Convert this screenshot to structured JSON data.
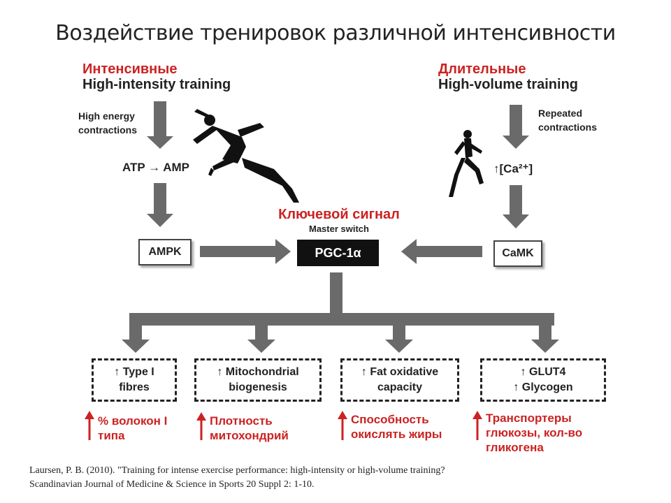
{
  "title": "Воздействие тренировок различной интенсивности",
  "left": {
    "title_ru": "Интенсивные",
    "title_en": "High-intensity training",
    "stimulus_line1": "High energy",
    "stimulus_line2": "contractions",
    "metabolic": "ATP → AMP",
    "kinase": "AMPK"
  },
  "right": {
    "title_ru": "Длительные",
    "title_en": "High-volume training",
    "stimulus_line1": "Repeated",
    "stimulus_line2": "contractions",
    "metabolic": "↑[Ca²⁺]",
    "kinase": "CaMK"
  },
  "center": {
    "key_signal_ru": "Ключевой сигнал",
    "master_switch": "Master switch",
    "pgc": "PGC-1α"
  },
  "outcomes": [
    {
      "line1": "↑ Type I",
      "line2": "fibres",
      "ru1": "% волокон I",
      "ru2": "типа",
      "ru3": ""
    },
    {
      "line1": "↑ Mitochondrial",
      "line2": "biogenesis",
      "ru1": "Плотность",
      "ru2": "митохондрий",
      "ru3": ""
    },
    {
      "line1": "↑ Fat oxidative",
      "line2": "capacity",
      "ru1": "Способность",
      "ru2": "окислять жиры",
      "ru3": ""
    },
    {
      "line1": "↑ GLUT4",
      "line2": "↑ Glycogen",
      "ru1": "Транспортеры",
      "ru2": "глюкозы, кол-во",
      "ru3": "гликогена"
    }
  ],
  "reference": {
    "line1": "Laursen, P. B. (2010). \"Training for intense exercise performance: high-intensity or high-volume training?",
    "line2": "Scandinavian Journal of Medicine & Science in Sports 20 Suppl 2: 1-10."
  },
  "colors": {
    "red": "#cc2222",
    "arrow": "#666666",
    "box_border": "#444444"
  }
}
